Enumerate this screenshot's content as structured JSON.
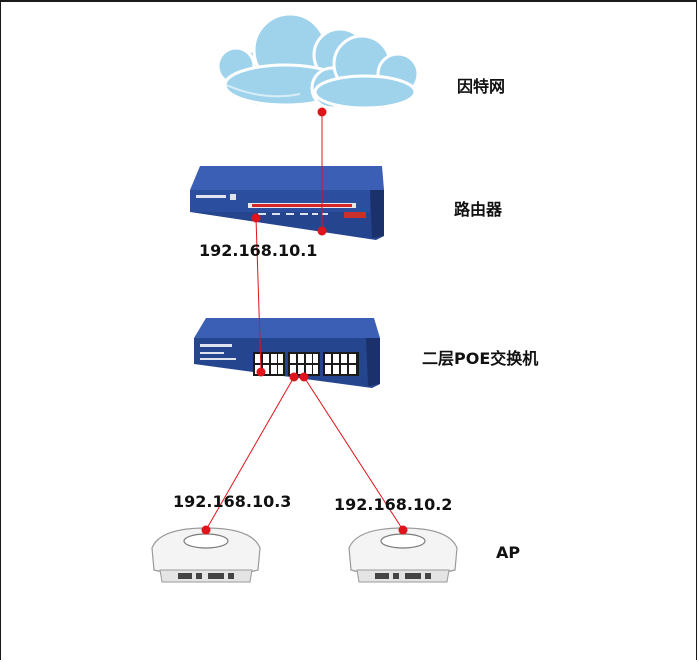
{
  "nodes": {
    "internet": {
      "label": "因特网"
    },
    "router": {
      "label": "路由器",
      "ip": "192.168.10.1"
    },
    "switch": {
      "label": "二层POE交换机"
    },
    "ap": {
      "label": "AP",
      "left_ip": "192.168.10.3",
      "right_ip": "192.168.10.2"
    }
  },
  "colors": {
    "link": "#e0141b",
    "cloud": "#9fd3ec",
    "device_blue": "#26458f",
    "device_dark": "#1b316b"
  },
  "icons": [
    "cloud-icon",
    "router-icon",
    "switch-icon",
    "access-point-icon"
  ]
}
